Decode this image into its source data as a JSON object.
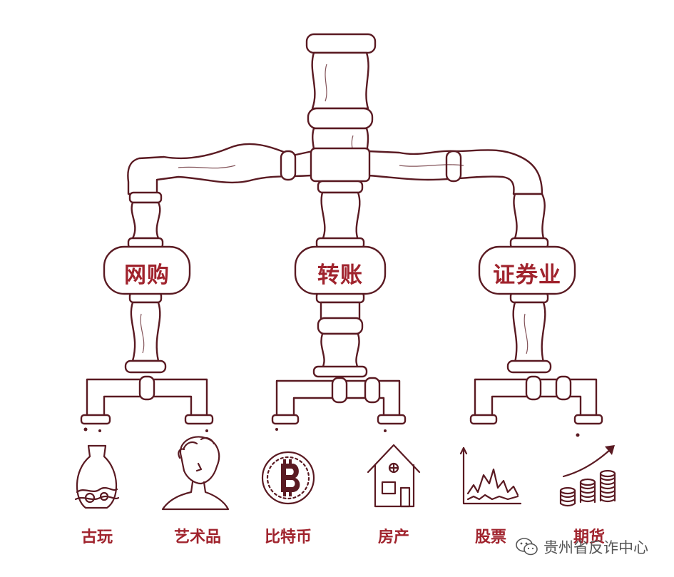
{
  "nodes": {
    "left": "网购",
    "center": "转账",
    "right": "证券业"
  },
  "categories": [
    {
      "label": "古玩",
      "icon": "vase-icon"
    },
    {
      "label": "艺术品",
      "icon": "statue-bust-icon"
    },
    {
      "label": "比特币",
      "icon": "bitcoin-icon"
    },
    {
      "label": "房产",
      "icon": "house-icon"
    },
    {
      "label": "股票",
      "icon": "stock-chart-icon"
    },
    {
      "label": "期货",
      "icon": "coin-stack-icon"
    }
  ],
  "watermark": {
    "text": "贵州省反诈中心",
    "icon": "wechat-icon"
  },
  "colors": {
    "ink": "#5a1a22",
    "label_red": "#a0232d",
    "watermark_gray": "#555555"
  }
}
